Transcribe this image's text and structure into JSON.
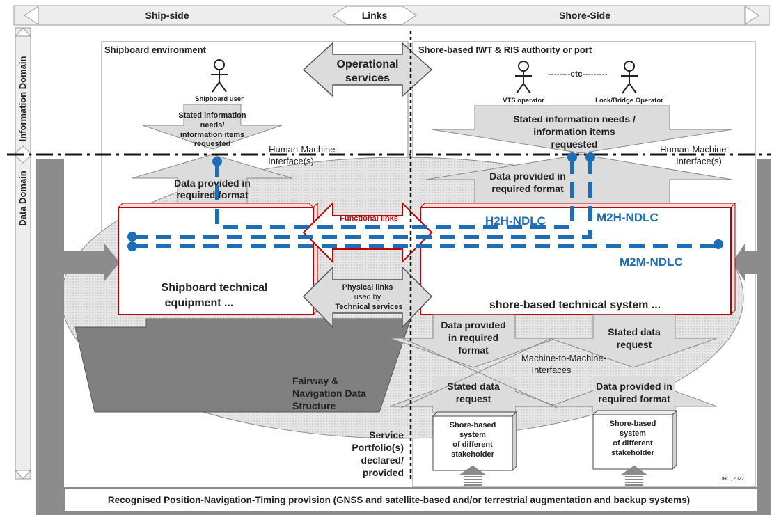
{
  "header": {
    "ship_side": "Ship-side",
    "links": "Links",
    "shore_side": "Shore-Side"
  },
  "domains": {
    "information": "Information Domain",
    "data": "Data Domain"
  },
  "ship": {
    "environment": "Shipboard environment",
    "user": "Shipboard user",
    "info_needs": [
      "Stated information",
      "needs/",
      "information items",
      "requested"
    ],
    "data_provided": [
      "Data provided in",
      "required format"
    ],
    "equipment": [
      "Shipboard technical",
      "equipment ..."
    ]
  },
  "shore": {
    "authority": "Shore-based IWT & RIS authority or port",
    "vts": "VTS operator",
    "etc": "--------etc---------",
    "lock": "Lock/Bridge Operator",
    "info_needs": [
      "Stated information needs /",
      "information items",
      "requested"
    ],
    "data_provided": [
      "Data provided in",
      "required format"
    ],
    "system": "shore-based technical system ...",
    "m2m_left_top": [
      "Data provided",
      "in required",
      "format"
    ],
    "m2m_right_top": [
      "Stated data",
      "request"
    ],
    "m2m_label": [
      "Machine-to-Machine-",
      "Interfaces"
    ],
    "m2m_left_bottom": [
      "Stated data",
      "request"
    ],
    "m2m_right_bottom": [
      "Data provided in",
      "required format"
    ],
    "stakeholder": [
      "Shore-based",
      "system",
      "of different",
      "stakeholder"
    ]
  },
  "hmi": {
    "left": [
      "Human-Machine-",
      "Interface(s)"
    ],
    "right": [
      "Human-Machine-",
      "Interface(s)"
    ]
  },
  "links": {
    "operational": [
      "Operational",
      "services"
    ],
    "functional": "Functional links",
    "physical": [
      "Physical links",
      "used by",
      "Technical services"
    ]
  },
  "ndlc": {
    "h2h": "H2H-NDLC",
    "m2h": "M2H-NDLC",
    "m2m": "M2M-NDLC"
  },
  "fairway": [
    "Fairway &",
    "Navigation Data",
    "Structure"
  ],
  "portfolio": [
    "Service",
    "Portfolio(s)",
    "declared/",
    "provided"
  ],
  "credit": "JHO, 2022",
  "footer": "Recognised Position-Navigation-Timing provision (GNSS and satellite-based and/or terrestrial augmentation and backup systems)",
  "colors": {
    "accent_red": "#c00000",
    "ndlc_blue": "#1f6db5",
    "band_grey": "#8c8c8c"
  }
}
